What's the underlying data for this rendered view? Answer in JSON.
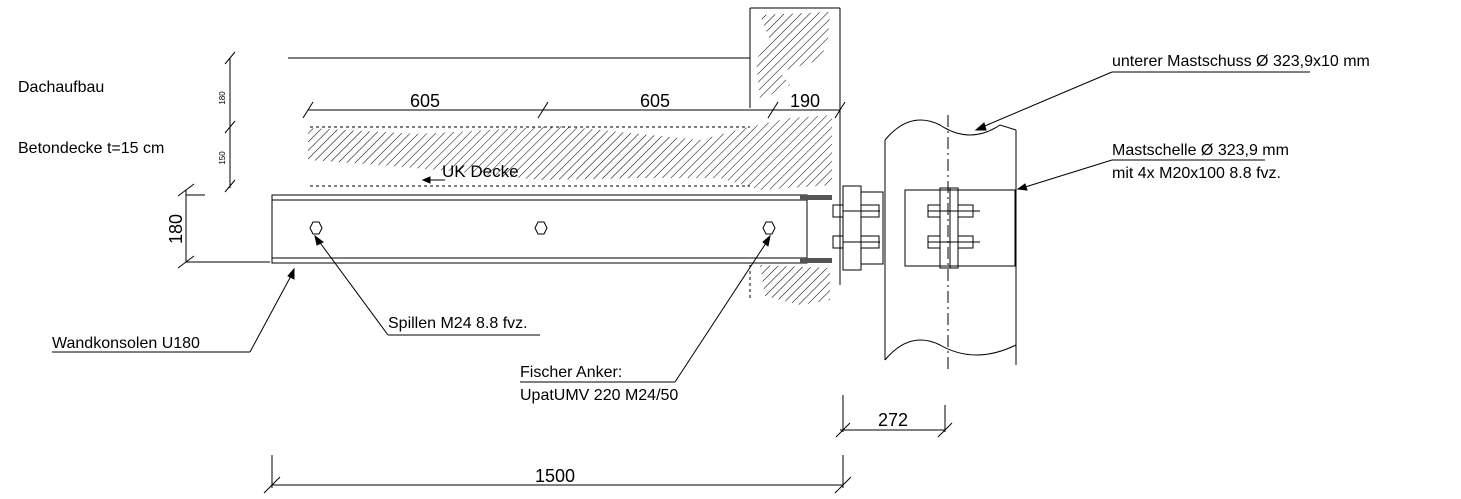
{
  "labels": {
    "dachaufbau": "Dachaufbau",
    "betondecke": "Betondecke t=15 cm",
    "uk_decke": "UK Decke",
    "wandkonsolen": "Wandkonsolen U180",
    "spillen": "Spillen M24 8.8 fvz.",
    "fischer_line1": "Fischer Anker:",
    "fischer_line2": "UpatUMV 220 M24/50",
    "mastschuss": "unterer Mastschuss Ø 323,9x10 mm",
    "mastschelle_line1": "Mastschelle Ø 323,9 mm",
    "mastschelle_line2": "mit 4x M20x100 8.8 fvz."
  },
  "dimensions": {
    "d605a": "605",
    "d605b": "605",
    "d190": "190",
    "d180_left": "180",
    "d180_small": "180",
    "d150_small": "150",
    "d272": "272",
    "d1500": "1500"
  }
}
